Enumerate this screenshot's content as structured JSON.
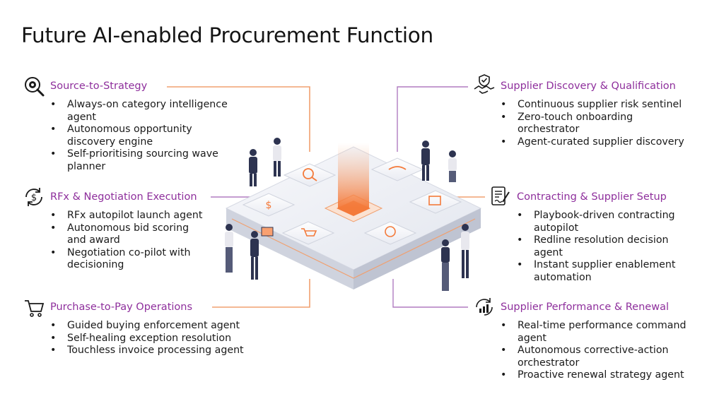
{
  "title": "Future AI-enabled Procurement Function",
  "sections": {
    "source_to_strategy": {
      "title": "Source-to-Strategy",
      "icon": "magnifier-target-icon",
      "bullets": [
        "Always-on category intelligence agent",
        "Autonomous opportunity discovery engine",
        "Self-prioritising sourcing wave planner"
      ]
    },
    "rfx_negotiation": {
      "title": "RFx & Negotiation Execution",
      "icon": "dollar-cycle-icon",
      "bullets": [
        "RFx autopilot launch agent",
        "Autonomous bid scoring and award",
        "Negotiation co-pilot with decisioning"
      ]
    },
    "purchase_to_pay": {
      "title": "Purchase-to-Pay Operations",
      "icon": "shopping-cart-icon",
      "bullets": [
        "Guided buying enforcement agent",
        "Self-healing exception resolution",
        "Touchless invoice processing agent"
      ]
    },
    "supplier_discovery": {
      "title": "Supplier Discovery & Qualification",
      "icon": "handshake-shield-icon",
      "bullets": [
        "Continuous supplier risk sentinel",
        "Zero-touch onboarding orchestrator",
        "Agent-curated supplier discovery"
      ]
    },
    "contracting_setup": {
      "title": "Contracting & Supplier Setup",
      "icon": "contract-pen-icon",
      "bullets": [
        "Playbook-driven contracting autopilot",
        "Redline resolution decision agent",
        "Instant supplier enablement automation"
      ]
    },
    "supplier_performance": {
      "title": "Supplier Performance & Renewal",
      "icon": "performance-chart-icon",
      "bullets": [
        "Real-time performance command agent",
        "Autonomous corrective-action orchestrator",
        "Proactive renewal strategy agent"
      ]
    }
  },
  "colors": {
    "heading": "#141414",
    "section_title": "#8e2f9c",
    "connector_orange": "#f0a070",
    "connector_purple": "#b07cc0",
    "platform": "#eceef4",
    "core": "#f47a3a"
  }
}
